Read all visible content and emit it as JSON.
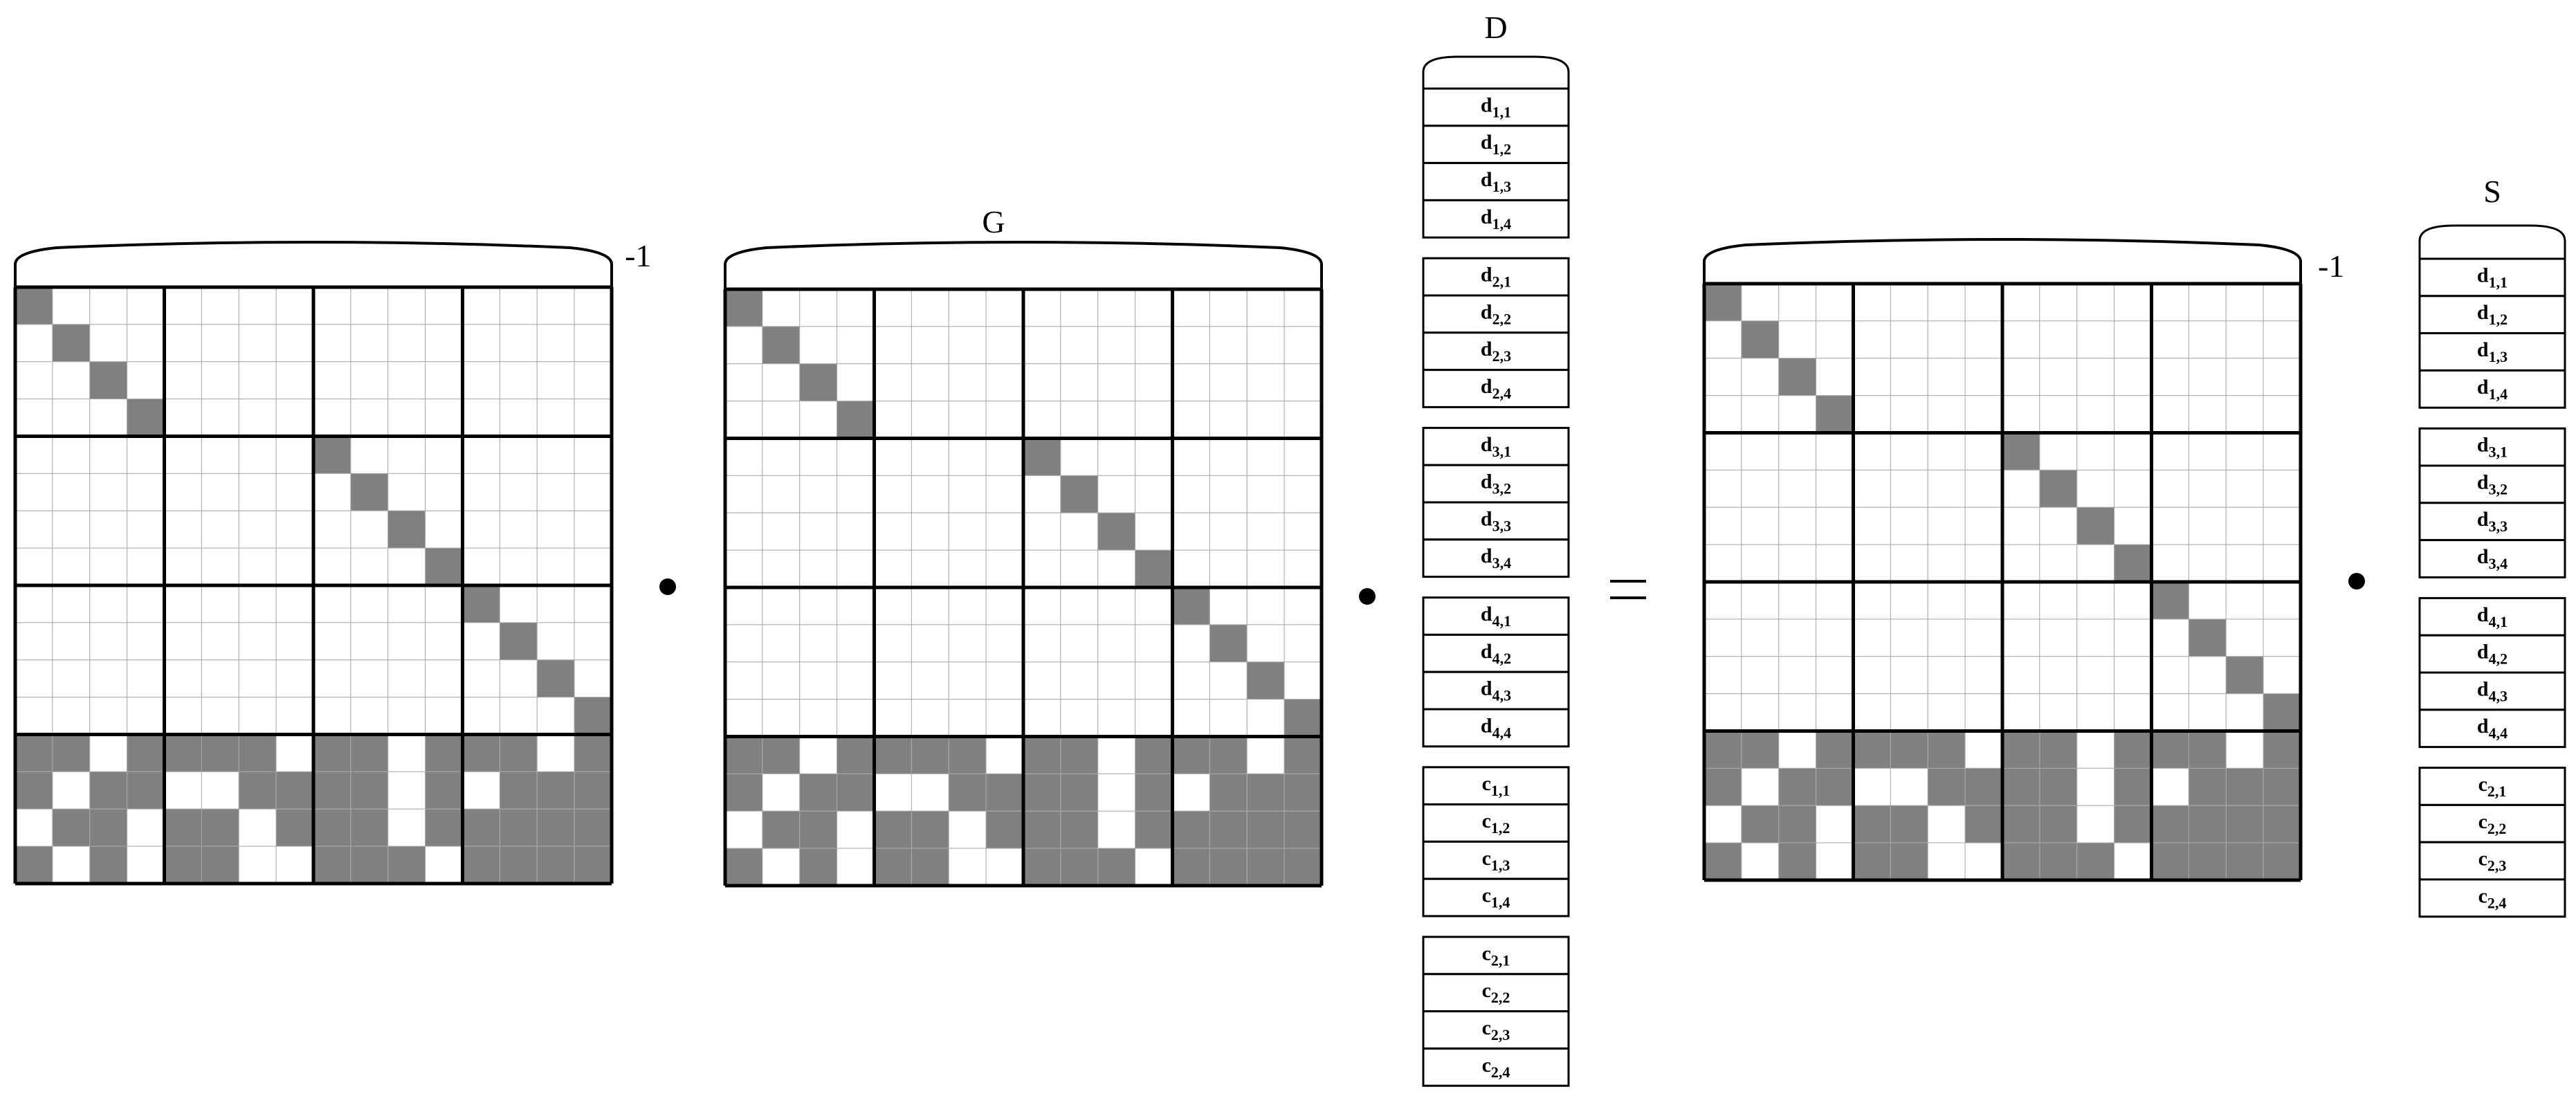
{
  "symbols": {
    "dot": "•",
    "equals": "=",
    "inverse": "-1"
  },
  "colors": {
    "filled": "#808080",
    "empty": "#ffffff",
    "thin_line": "#aaaaaa",
    "thick_line": "#000000"
  },
  "matrices": [
    {
      "id": "matrix-inverse-left",
      "label": "",
      "exponent": "-1",
      "rows": [
        "1000000000000000",
        "0100000000000000",
        "0010000000000000",
        "0001000000000000",
        "0000000010000000",
        "0000000001000000",
        "0000000000100000",
        "0000000000010000",
        "0000000000001000",
        "0000000000000100",
        "0000000000000010",
        "0000000000000001",
        "1101111011011101",
        "1011001111010111",
        "0110110111011111",
        "1010110011101111"
      ]
    },
    {
      "id": "matrix-g",
      "label": "G",
      "exponent": "",
      "rows": [
        "1000000000000000",
        "0100000000000000",
        "0010000000000000",
        "0001000000000000",
        "0000000010000000",
        "0000000001000000",
        "0000000000100000",
        "0000000000010000",
        "0000000000001000",
        "0000000000000100",
        "0000000000000010",
        "0000000000000001",
        "1101111011011101",
        "1011001111010111",
        "0110110111011111",
        "1010110011101111"
      ]
    },
    {
      "id": "matrix-inverse-right",
      "label": "",
      "exponent": "-1",
      "rows": [
        "1000000000000000",
        "0100000000000000",
        "0010000000000000",
        "0001000000000000",
        "0000000010000000",
        "0000000001000000",
        "0000000000100000",
        "0000000000010000",
        "0000000000001000",
        "0000000000000100",
        "0000000000000010",
        "0000000000000001",
        "1101111011011101",
        "1011001111010111",
        "0110110111011111",
        "1010110011101111"
      ]
    }
  ],
  "vectors": [
    {
      "id": "vector-d",
      "label": "D",
      "groups": [
        [
          {
            "v": "d",
            "i": "1,1"
          },
          {
            "v": "d",
            "i": "1,2"
          },
          {
            "v": "d",
            "i": "1,3"
          },
          {
            "v": "d",
            "i": "1,4"
          }
        ],
        [
          {
            "v": "d",
            "i": "2,1"
          },
          {
            "v": "d",
            "i": "2,2"
          },
          {
            "v": "d",
            "i": "2,3"
          },
          {
            "v": "d",
            "i": "2,4"
          }
        ],
        [
          {
            "v": "d",
            "i": "3,1"
          },
          {
            "v": "d",
            "i": "3,2"
          },
          {
            "v": "d",
            "i": "3,3"
          },
          {
            "v": "d",
            "i": "3,4"
          }
        ],
        [
          {
            "v": "d",
            "i": "4,1"
          },
          {
            "v": "d",
            "i": "4,2"
          },
          {
            "v": "d",
            "i": "4,3"
          },
          {
            "v": "d",
            "i": "4,4"
          }
        ],
        [
          {
            "v": "c",
            "i": "1,1"
          },
          {
            "v": "c",
            "i": "1,2"
          },
          {
            "v": "c",
            "i": "1,3"
          },
          {
            "v": "c",
            "i": "1,4"
          }
        ],
        [
          {
            "v": "c",
            "i": "2,1"
          },
          {
            "v": "c",
            "i": "2,2"
          },
          {
            "v": "c",
            "i": "2,3"
          },
          {
            "v": "c",
            "i": "2,4"
          }
        ]
      ]
    },
    {
      "id": "vector-s",
      "label": "S",
      "groups": [
        [
          {
            "v": "d",
            "i": "1,1"
          },
          {
            "v": "d",
            "i": "1,2"
          },
          {
            "v": "d",
            "i": "1,3"
          },
          {
            "v": "d",
            "i": "1,4"
          }
        ],
        [
          {
            "v": "d",
            "i": "3,1"
          },
          {
            "v": "d",
            "i": "3,2"
          },
          {
            "v": "d",
            "i": "3,3"
          },
          {
            "v": "d",
            "i": "3,4"
          }
        ],
        [
          {
            "v": "d",
            "i": "4,1"
          },
          {
            "v": "d",
            "i": "4,2"
          },
          {
            "v": "d",
            "i": "4,3"
          },
          {
            "v": "d",
            "i": "4,4"
          }
        ],
        [
          {
            "v": "c",
            "i": "2,1"
          },
          {
            "v": "c",
            "i": "2,2"
          },
          {
            "v": "c",
            "i": "2,3"
          },
          {
            "v": "c",
            "i": "2,4"
          }
        ]
      ]
    }
  ]
}
